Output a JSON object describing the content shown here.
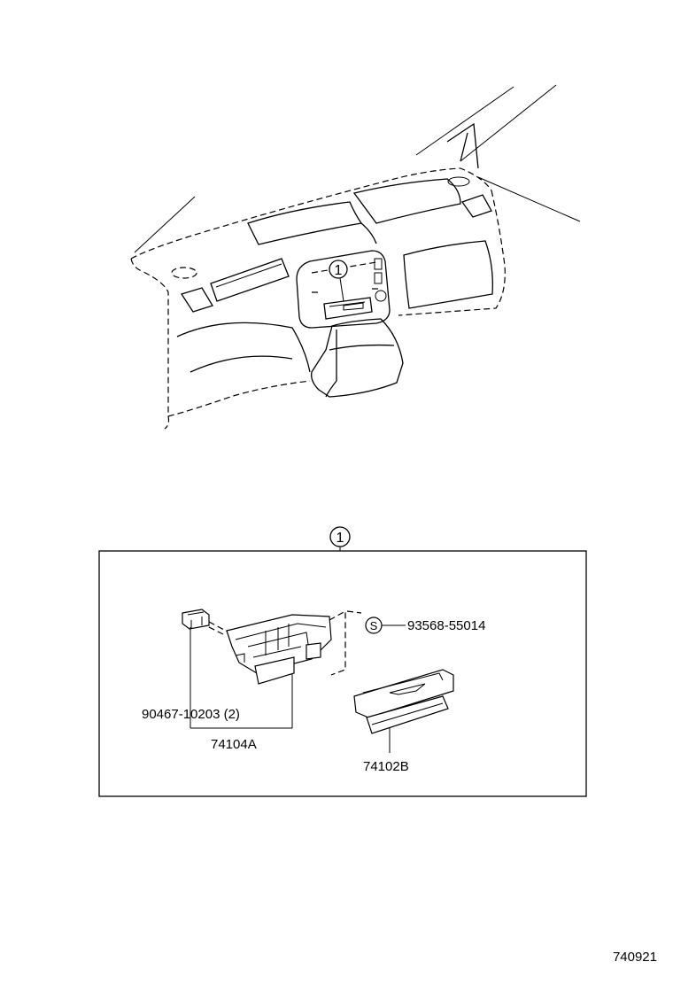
{
  "callout_marker": "1",
  "detail_marker": "1",
  "screw_symbol": "S",
  "parts": {
    "screw": "93568-55014",
    "clip": "90467-10203 (2)",
    "housing": "74104A",
    "tray": "74102B"
  },
  "diagram_code": "740921"
}
